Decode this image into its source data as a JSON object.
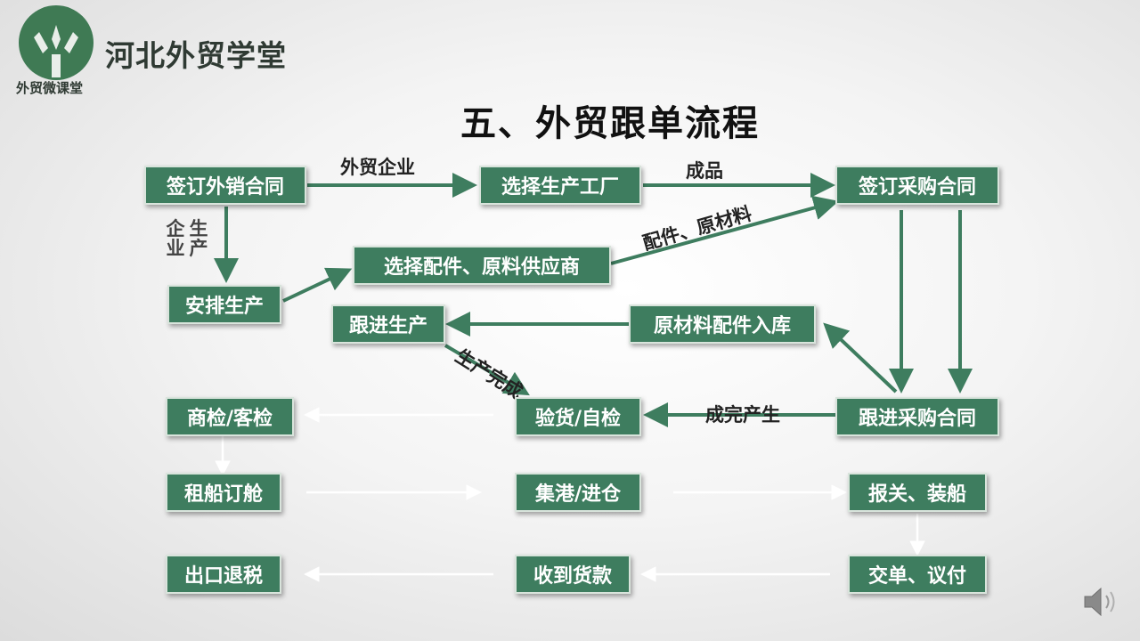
{
  "header": {
    "brand": "河北外贸学堂",
    "sub_brand": "外贸微课堂"
  },
  "title": "五、外贸跟单流程",
  "nodes": {
    "sign_export_contract": "签订外销合同",
    "choose_factory": "选择生产工厂",
    "sign_purchase_contract": "签订采购合同",
    "choose_supplier": "选择配件、原料供应商",
    "arrange_production": "安排生产",
    "track_production": "跟进生产",
    "materials_inbound": "原材料配件入库",
    "inspection": "商检/客检",
    "self_check": "验货/自检",
    "track_purchase": "跟进采购合同",
    "charter": "租船订舱",
    "gather_port": "集港/进仓",
    "customs": "报关、装船",
    "tax_refund": "出口退税",
    "receive_payment": "收到货款",
    "documents": "交单、议付"
  },
  "labels": {
    "trade_enterprise": "外贸企业",
    "finished_goods": "成品",
    "parts_materials": "配件、原材料",
    "production_done": "生产完成",
    "produced_finished": "成完产生",
    "production_enterprise_col1": "企业",
    "production_enterprise_col2": "生产"
  },
  "colors": {
    "box_fill": "#3e7d5f",
    "arrow_green": "#3e7d5f",
    "arrow_light": "#ffffff",
    "logo_green": "#3f7a54"
  },
  "icons": [
    "tree-logo-icon",
    "speaker-icon"
  ]
}
